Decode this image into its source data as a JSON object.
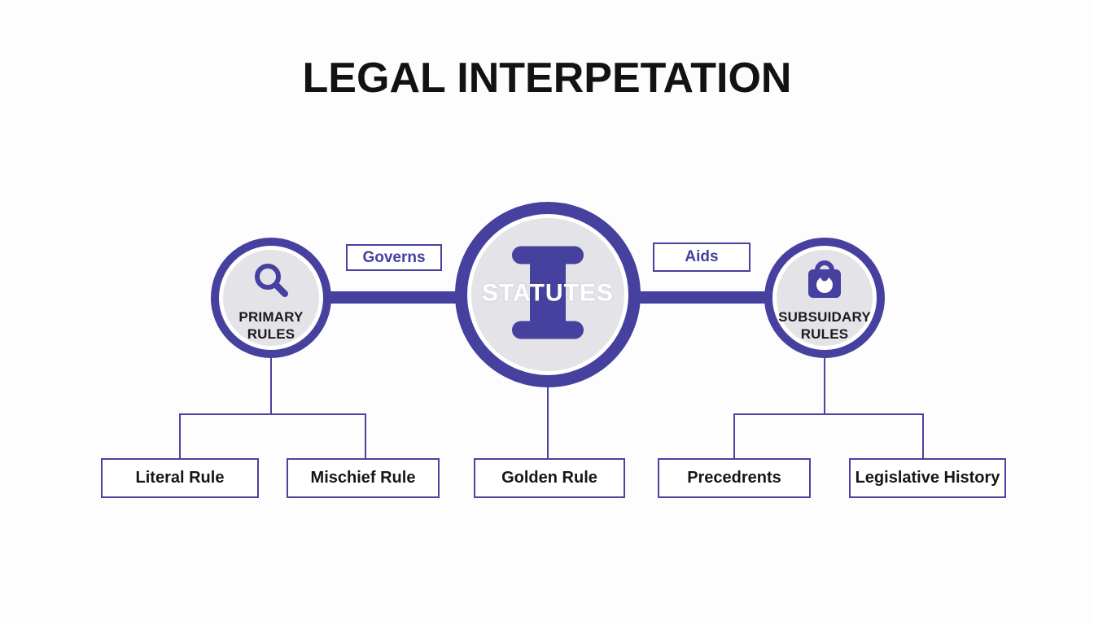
{
  "header": {
    "title": "LEGAL INTERPETATION"
  },
  "nodes": {
    "center": {
      "label": "STATUTES",
      "icon": "scroll-icon"
    },
    "left": {
      "line1": "PRIMARY",
      "line2": "RULES",
      "icon": "magnifier-icon"
    },
    "right": {
      "line1": "SUBSUIDARY",
      "line2": "RULES",
      "icon": "bag-icon"
    }
  },
  "edges": {
    "left_label": "Governs",
    "right_label": "Aids"
  },
  "leaves": [
    "Literal Rule",
    "Mischief Rule",
    "Golden Rule",
    "Precedrents",
    "Legislative History"
  ],
  "colors": {
    "accent": "#46409f",
    "line": "#4a43a2",
    "node_fill": "#e4e3e7",
    "title_text": "#121212",
    "label_text": "#ffffff"
  }
}
